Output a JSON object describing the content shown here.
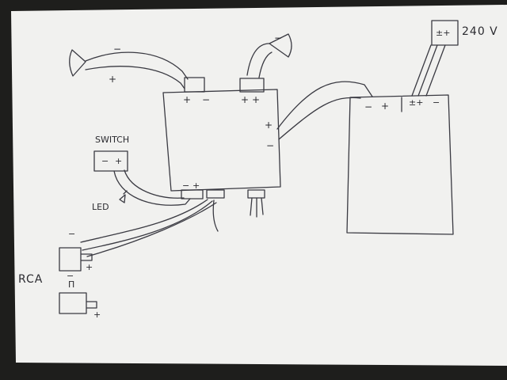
{
  "colors": {
    "paper": "#f1f1ef",
    "ink": "#3a3a42",
    "background": "#1e1e1c"
  },
  "labels": {
    "switch": "SWITCH",
    "led": "LED",
    "rca": "RCA",
    "voltage": "240 V"
  },
  "terminals": {
    "plus": "+",
    "minus": "−",
    "mains_symbol": "±+",
    "rca_bottom_marker": "П"
  }
}
